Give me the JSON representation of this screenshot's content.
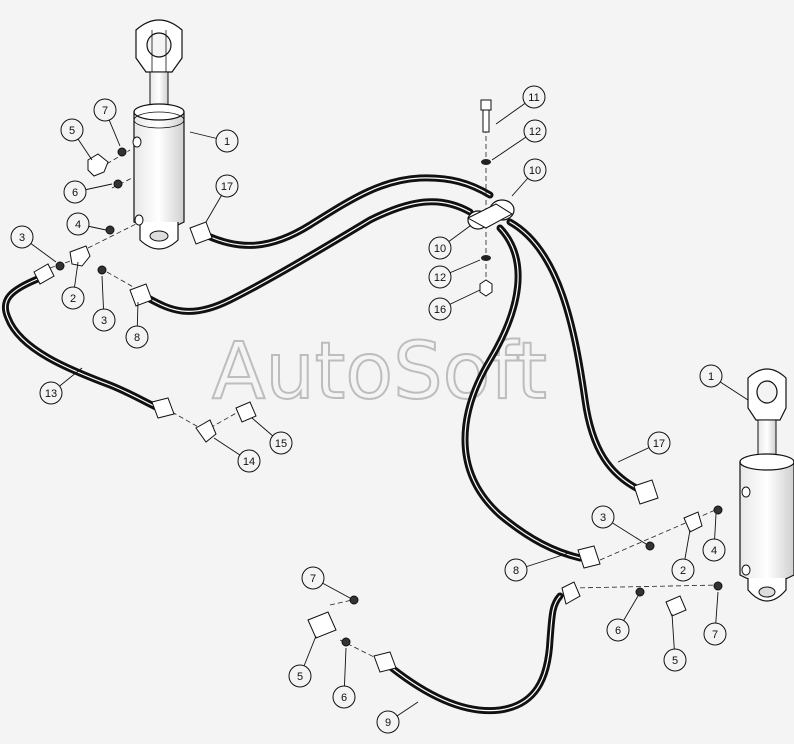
{
  "diagram": {
    "watermark": "AutoSoft",
    "callouts": [
      {
        "id": "c1a",
        "label": "1"
      },
      {
        "id": "c7a",
        "label": "7"
      },
      {
        "id": "c5a",
        "label": "5"
      },
      {
        "id": "c6a",
        "label": "6"
      },
      {
        "id": "c4a",
        "label": "4"
      },
      {
        "id": "c3a",
        "label": "3"
      },
      {
        "id": "c2a",
        "label": "2"
      },
      {
        "id": "c3b",
        "label": "3"
      },
      {
        "id": "c8a",
        "label": "8"
      },
      {
        "id": "c17a",
        "label": "17"
      },
      {
        "id": "c11",
        "label": "11"
      },
      {
        "id": "c12a",
        "label": "12"
      },
      {
        "id": "c10a",
        "label": "10"
      },
      {
        "id": "c10b",
        "label": "10"
      },
      {
        "id": "c12b",
        "label": "12"
      },
      {
        "id": "c16",
        "label": "16"
      },
      {
        "id": "c13",
        "label": "13"
      },
      {
        "id": "c14",
        "label": "14"
      },
      {
        "id": "c15",
        "label": "15"
      },
      {
        "id": "c1b",
        "label": "1"
      },
      {
        "id": "c17b",
        "label": "17"
      },
      {
        "id": "c3c",
        "label": "3"
      },
      {
        "id": "c4b",
        "label": "4"
      },
      {
        "id": "c2b",
        "label": "2"
      },
      {
        "id": "c8b",
        "label": "8"
      },
      {
        "id": "c7b",
        "label": "7"
      },
      {
        "id": "c6b",
        "label": "6"
      },
      {
        "id": "c5b",
        "label": "5"
      },
      {
        "id": "c7c",
        "label": "7"
      },
      {
        "id": "c5c",
        "label": "5"
      },
      {
        "id": "c6c",
        "label": "6"
      },
      {
        "id": "c9",
        "label": "9"
      }
    ]
  }
}
